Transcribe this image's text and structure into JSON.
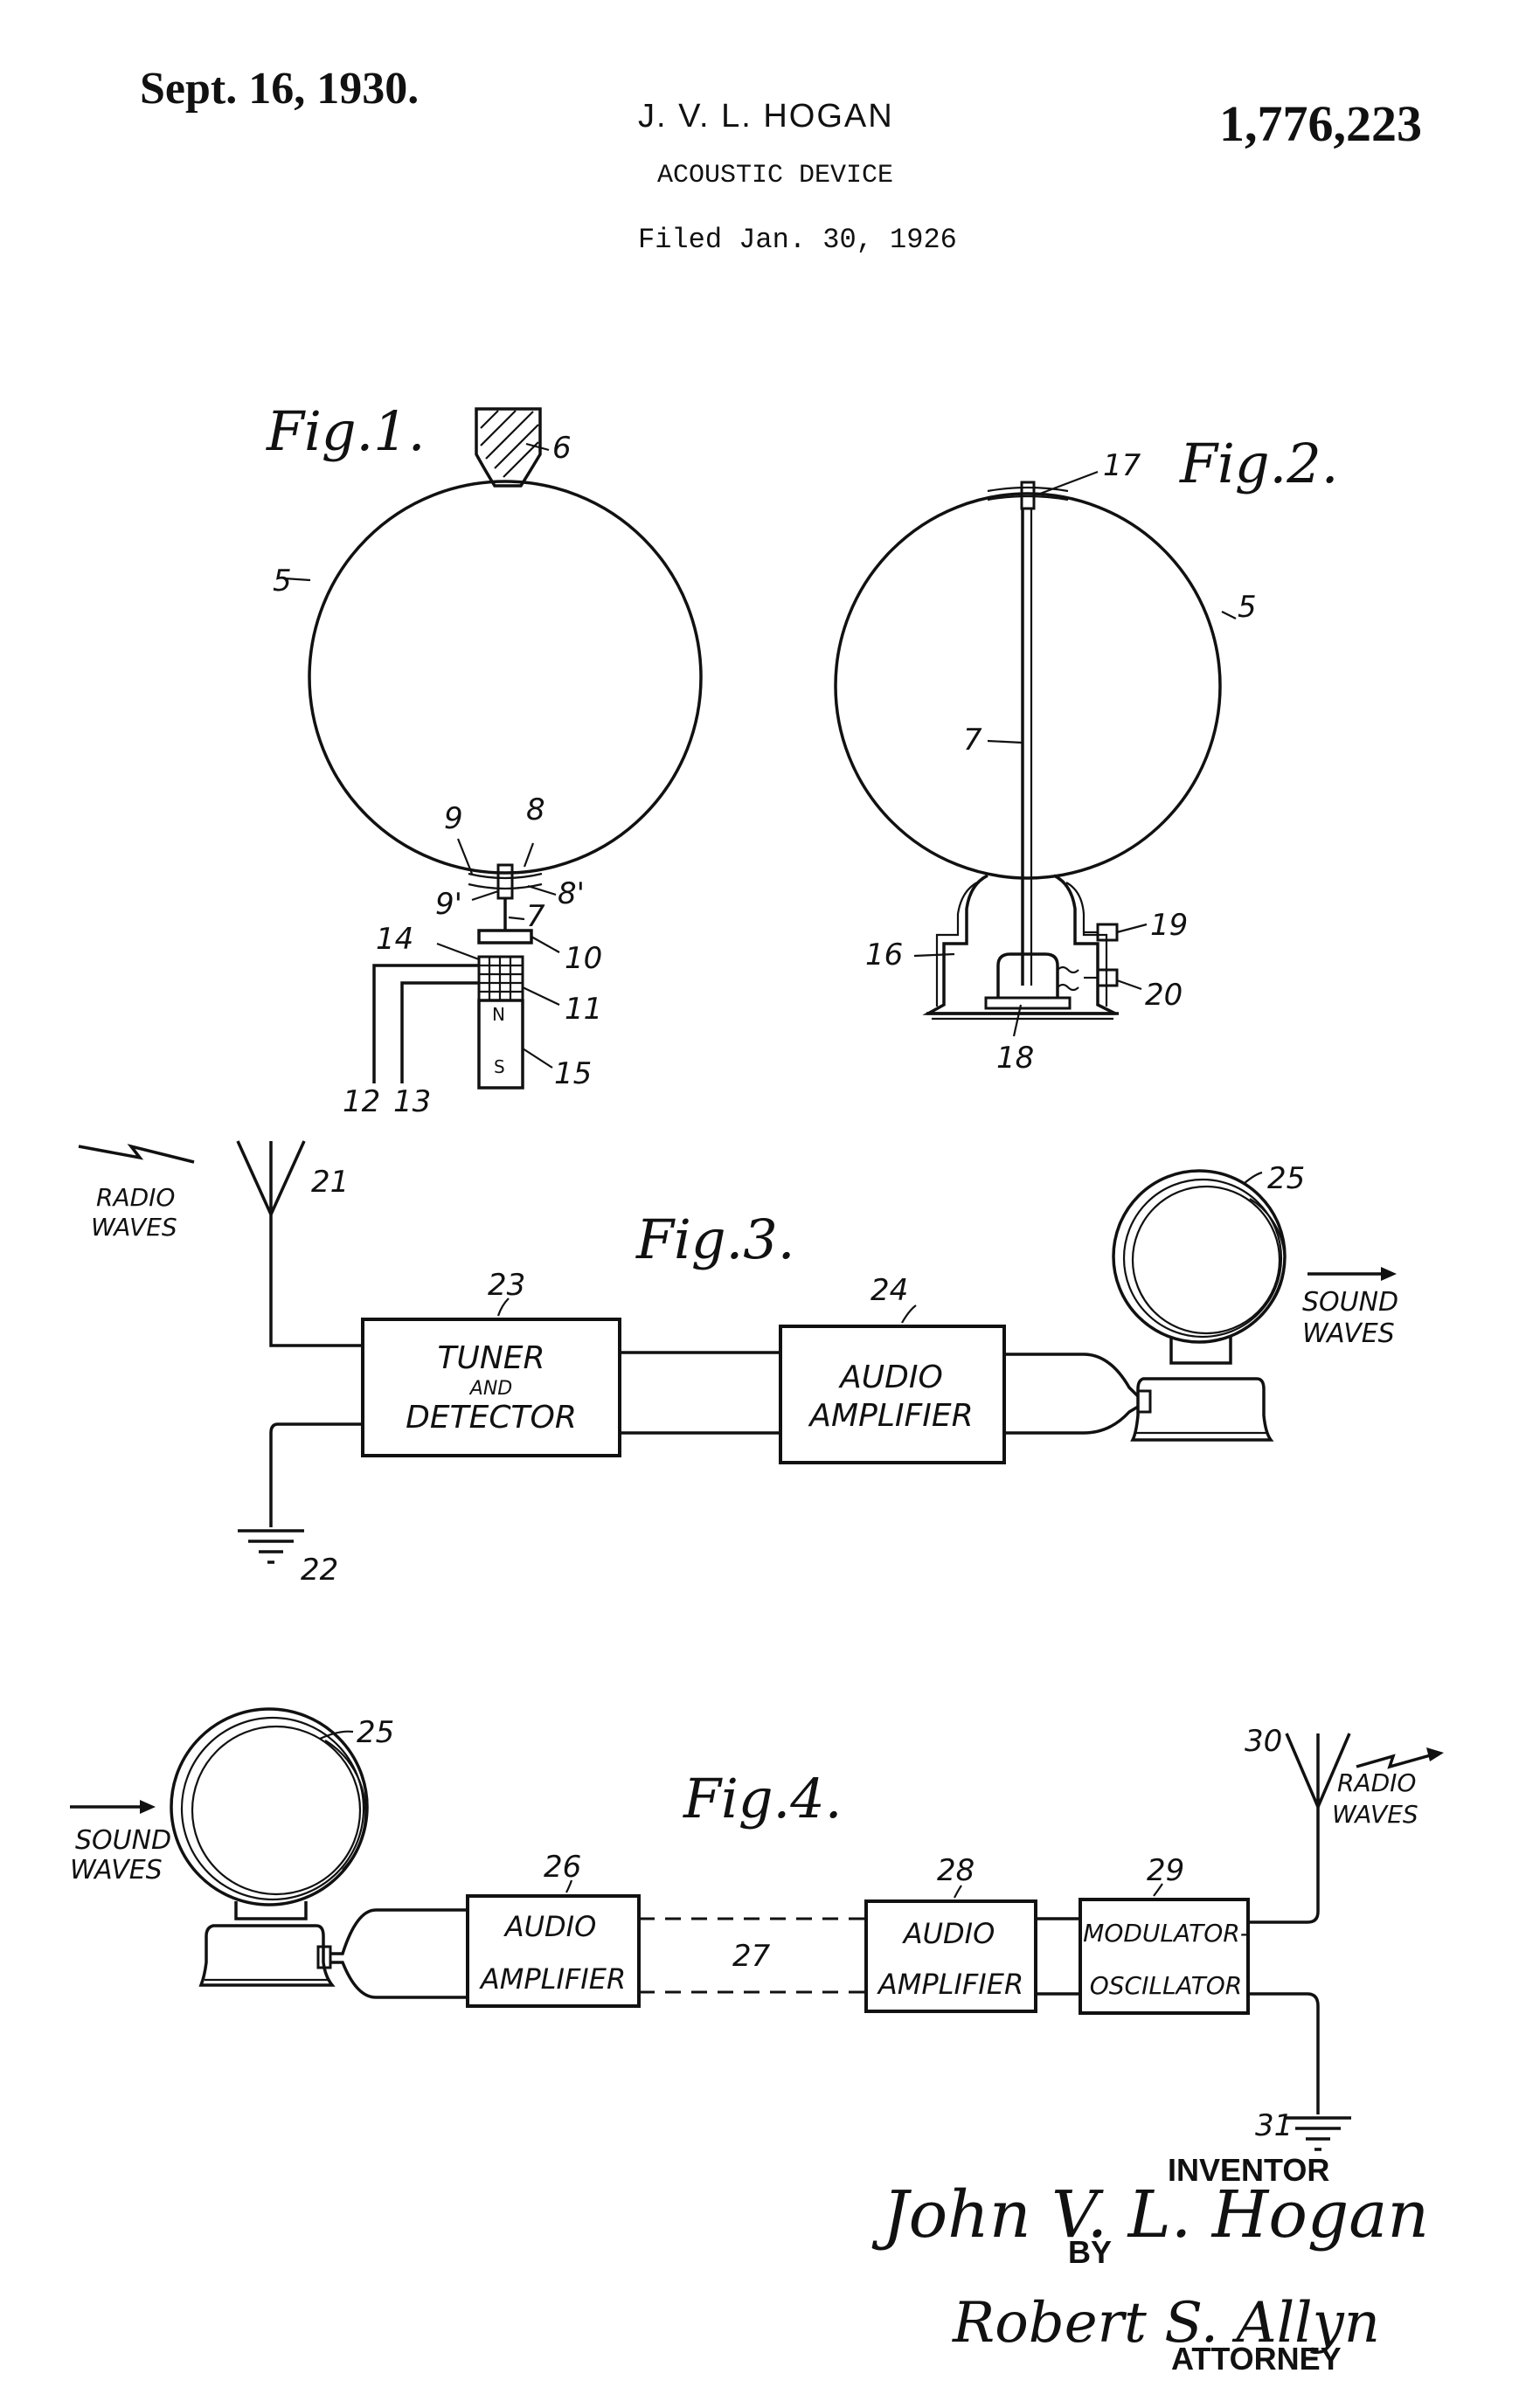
{
  "header": {
    "date": "Sept. 16, 1930.",
    "inventor": "J. V. L. HOGAN",
    "patent_number": "1,776,223",
    "title": "ACOUSTIC DEVICE",
    "filed": "Filed Jan. 30, 1926"
  },
  "fig1": {
    "title": "Fig.1.",
    "labels": {
      "n5": "5",
      "n6": "6",
      "n7": "7",
      "n8": "8",
      "n8p": "8'",
      "n9": "9",
      "n9p": "9'",
      "n10": "10",
      "n11": "11",
      "n12": "12",
      "n13": "13",
      "n14": "14",
      "n15": "15",
      "pole_n": "N",
      "pole_s": "S"
    }
  },
  "fig2": {
    "title": "Fig.2.",
    "labels": {
      "n5": "5",
      "n7": "7",
      "n16": "16",
      "n17": "17",
      "n18": "18",
      "n19": "19",
      "n20": "20"
    }
  },
  "fig3": {
    "title": "Fig.3.",
    "radio_waves_line1": "RADIO",
    "radio_waves_line2": "WAVES",
    "sound_waves_line1": "SOUND",
    "sound_waves_line2": "WAVES",
    "labels": {
      "n21": "21",
      "n22": "22",
      "n23": "23",
      "n24": "24",
      "n25": "25"
    },
    "tuner_line1": "TUNER",
    "tuner_line2": "AND",
    "tuner_line3": "DETECTOR",
    "amp_line1": "AUDIO",
    "amp_line2": "AMPLIFIER"
  },
  "fig4": {
    "title": "Fig.4.",
    "sound_waves_line1": "SOUND",
    "sound_waves_line2": "WAVES",
    "radio_waves_line1": "RADIO",
    "radio_waves_line2": "WAVES",
    "labels": {
      "n25": "25",
      "n26": "26",
      "n27": "27",
      "n28": "28",
      "n29": "29",
      "n30": "30",
      "n31": "31"
    },
    "amp1_line1": "AUDIO",
    "amp1_line2": "AMPLIFIER",
    "amp2_line1": "AUDIO",
    "amp2_line2": "AMPLIFIER",
    "mod_line1": "MODULATOR-",
    "mod_line2": "OSCILLATOR"
  },
  "signature": {
    "inventor_caption": "INVENTOR",
    "inventor_signature": "John V. L. Hogan",
    "by": "BY",
    "attorney_signature": "Robert S. Allyn",
    "attorney_caption": "ATTORNEY"
  }
}
